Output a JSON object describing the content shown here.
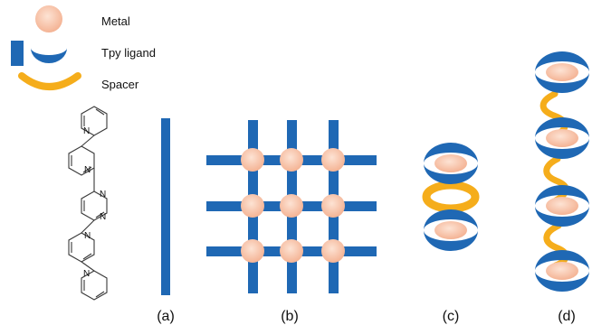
{
  "legend": {
    "metal_label": "Metal",
    "ligand_label": "Tpy ligand",
    "spacer_label": "Spacer"
  },
  "molecule_atom_label": "N",
  "panels": {
    "a": "(a)",
    "b": "(b)",
    "c": "(c)",
    "d": "(d)"
  },
  "colors": {
    "ligand_blue": "#1f68b4",
    "metal_peach": "#f6c0a5",
    "spacer_orange": "#f5ad1b",
    "bond_gray": "#3a3a3a"
  }
}
